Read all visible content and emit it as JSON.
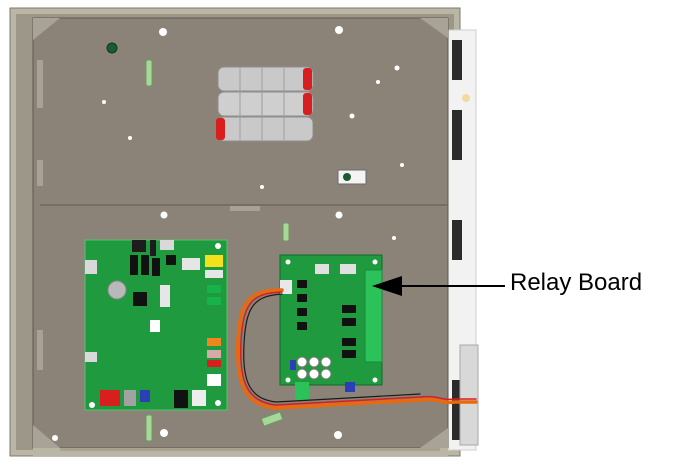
{
  "figure": {
    "callout_label": "Relay Board",
    "colors": {
      "enclosure_panel": "#8c8378",
      "enclosure_frame": "#b9b6a6",
      "pcb_green": "#1f9a3f",
      "battery_silver": "#c9c9c9",
      "cable_orange": "#e8690f",
      "cable_red": "#d81e1e",
      "terminal_green": "#2cc25a",
      "arrow": "#000000"
    },
    "components": {
      "main_board": "controller-board",
      "relay_board": "relay-board",
      "battery_pack": "battery-pack-3-cells"
    }
  }
}
